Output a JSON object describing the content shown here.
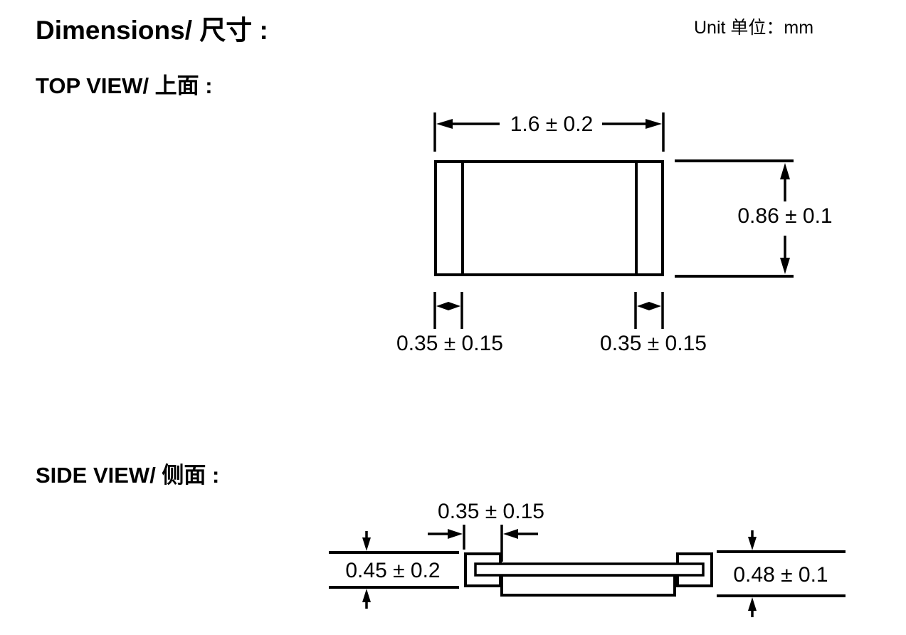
{
  "page": {
    "title": "Dimensions/ 尺寸 :",
    "unit_note": "Unit 单位：mm",
    "background_color": "#ffffff",
    "ink_color": "#000000"
  },
  "top_view": {
    "heading": "TOP VIEW/ 上面 :",
    "dimensions": {
      "body_length": "1.6 ± 0.2",
      "body_width": "0.86 ± 0.1",
      "left_terminal_width": "0.35 ± 0.15",
      "right_terminal_width": "0.35 ± 0.15"
    }
  },
  "side_view": {
    "heading": "SIDE VIEW/ 侧面 :",
    "dimensions": {
      "terminal_wrap_width": "0.35 ± 0.15",
      "left_end_height": "0.45 ± 0.2",
      "right_overall_height": "0.48 ± 0.1"
    }
  }
}
